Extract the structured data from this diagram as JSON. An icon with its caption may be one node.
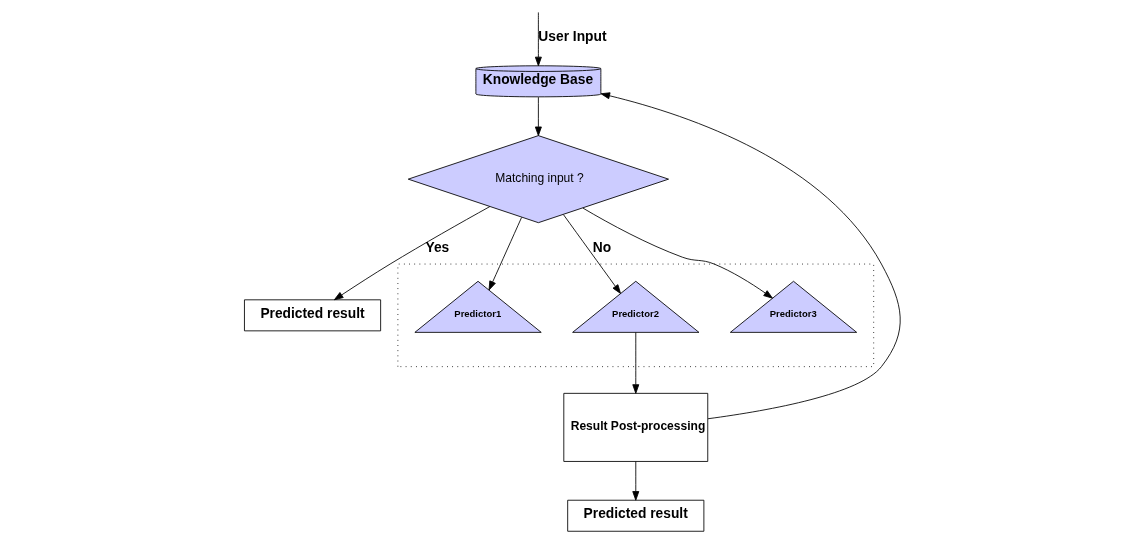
{
  "diagram": {
    "nodes": [
      {
        "text": [
          "Knowledge Base"
        ]
      },
      {
        "text": [
          "Matching input ?"
        ]
      },
      {
        "text": [
          "Predicted result"
        ]
      },
      {
        "text": [],
        "shape": "box"
      },
      {
        "text": [
          "Predictor1"
        ],
        "in": 3
      },
      {
        "text": [
          "Predictor2"
        ],
        "in": 3
      },
      {
        "text": [
          "Predictor3"
        ],
        "in": 3
      },
      {
        "text": [
          "Result Post-processing"
        ]
      },
      {
        "text": [
          "Predicted result"
        ]
      }
    ],
    "edges": [
      {
        "from": null,
        "to": 0,
        "arrow": "to",
        "label": "User Input"
      },
      {
        "from": 0,
        "to": 1,
        "arrow": "to"
      },
      {
        "from": 1,
        "to": 2,
        "arrow": "to",
        "label": "Yes"
      },
      {
        "from": 1,
        "to": 4,
        "arrow": "to"
      },
      {
        "from": 1,
        "to": 5,
        "arrow": "to",
        "label": "No"
      },
      {
        "from": 1,
        "to": 6,
        "arrow": "to"
      },
      {
        "from": 5,
        "to": 7,
        "arrow": "to"
      },
      {
        "from": 7,
        "to": 0,
        "arrow": "to"
      },
      {
        "from": 7,
        "to": 8,
        "arrow": "to"
      }
    ]
  }
}
